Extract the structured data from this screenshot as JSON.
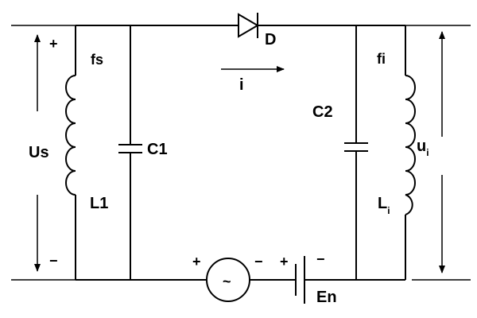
{
  "labels": {
    "us_plus": "+",
    "us_minus": "−",
    "us": "Us",
    "fs": "fs",
    "l1": "L1",
    "c1": "C1",
    "d": "D",
    "i": "i",
    "fi": "fi",
    "c2": "C2",
    "li_main": "L",
    "li_sub": "i",
    "ui_main": "u",
    "ui_sub": "i",
    "src_plus": "+",
    "src_minus": "−",
    "src_symbol": "~",
    "bat_plus": "+",
    "bat_minus": "−",
    "en": "En"
  }
}
